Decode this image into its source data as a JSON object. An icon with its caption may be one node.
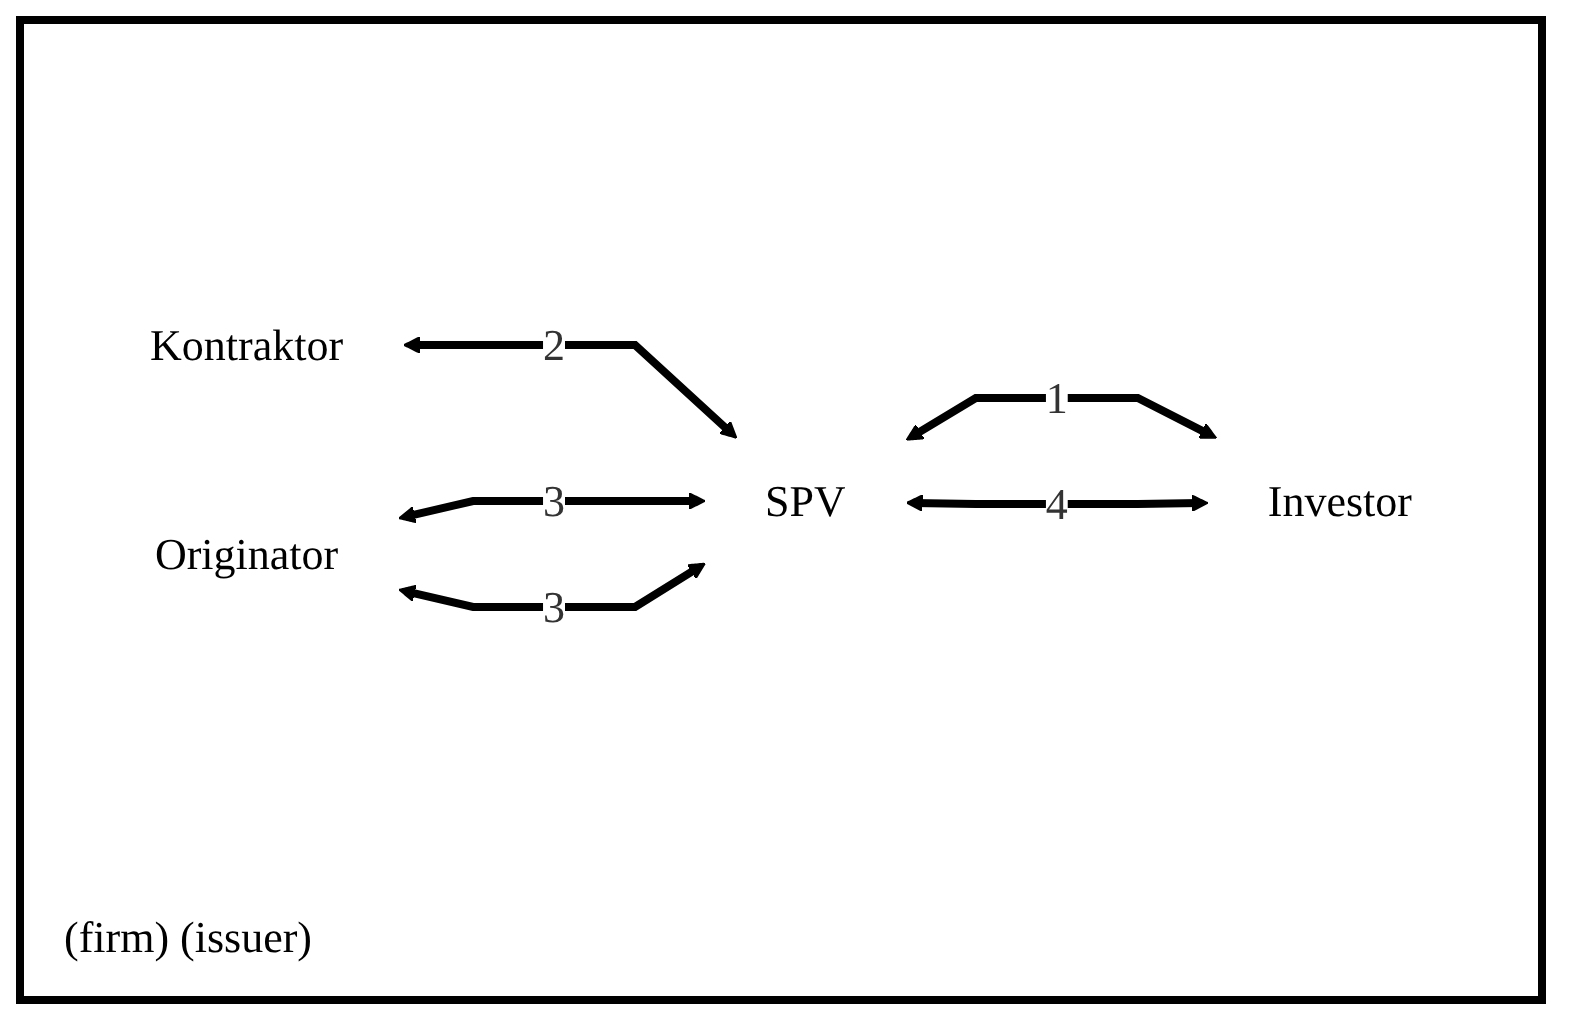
{
  "diagram": {
    "nodes": [
      {
        "text": [
          "Kontraktor"
        ]
      },
      {
        "text": [
          "Originator"
        ]
      },
      {
        "text": [
          "SPV"
        ]
      },
      {
        "text": [
          "Investor"
        ]
      }
    ],
    "edges": [
      {
        "from": 0,
        "to": 2,
        "arrow": "both",
        "label": "2"
      },
      {
        "from": 1,
        "to": 2,
        "arrow": "both",
        "label": "3"
      },
      {
        "from": 2,
        "to": 3,
        "arrow": "both",
        "label": "1"
      },
      {
        "from": 1,
        "to": 2,
        "arrow": "both",
        "label": "3"
      },
      {
        "from": 2,
        "to": 3,
        "arrow": "both",
        "label": "4"
      }
    ],
    "labels": [
      "(firm) (issuer)"
    ]
  }
}
